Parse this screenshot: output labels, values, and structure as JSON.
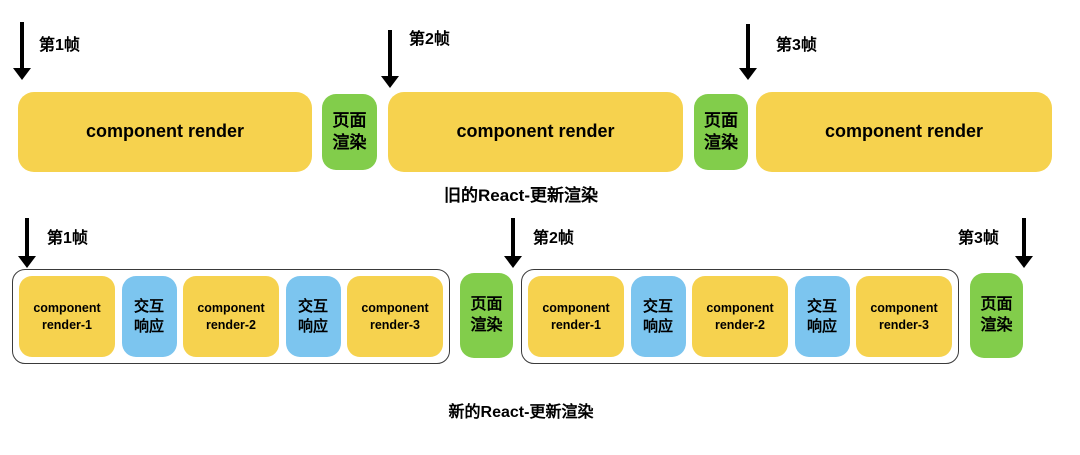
{
  "colors": {
    "yellow": "#F6D24E",
    "green": "#82CD4B",
    "blue": "#7CC5EF",
    "ink": "#000000",
    "group-border": "#3a3a3a",
    "bg": "#ffffff"
  },
  "old_react": {
    "caption": "旧的React-更新渲染",
    "frame_labels": [
      "第1帧",
      "第2帧",
      "第3帧"
    ],
    "component_render": "component render",
    "page_render": "页面渲染"
  },
  "new_react": {
    "caption": "新的React-更新渲染",
    "frame_labels": [
      "第1帧",
      "第2帧",
      "第3帧"
    ],
    "segments": [
      "component render-1",
      "交互响应",
      "component render-2",
      "交互响应",
      "component render-3"
    ],
    "page_render": "页面渲染"
  }
}
